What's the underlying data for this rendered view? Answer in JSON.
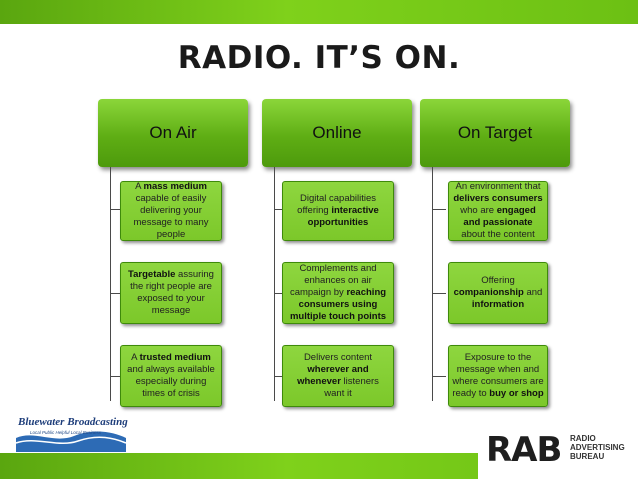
{
  "title": "RADIO.  IT’S ON.",
  "columns": [
    {
      "header": "On Air",
      "boxes": [
        {
          "parts": [
            [
              "A ",
              false
            ],
            [
              "mass medium",
              true
            ],
            [
              " capable of easily delivering your message to many people",
              false
            ]
          ]
        },
        {
          "parts": [
            [
              "Targetable",
              true
            ],
            [
              " assuring the right people are exposed to your message",
              false
            ]
          ]
        },
        {
          "parts": [
            [
              "A ",
              false
            ],
            [
              "trusted medium",
              true
            ],
            [
              " and always available especially during times of crisis",
              false
            ]
          ]
        }
      ]
    },
    {
      "header": "Online",
      "boxes": [
        {
          "parts": [
            [
              "Digital capabilities offering ",
              false
            ],
            [
              "interactive opportunities",
              true
            ]
          ]
        },
        {
          "parts": [
            [
              "Complements and enhances on air campaign by ",
              false
            ],
            [
              "reaching consumers using multiple touch points",
              true
            ]
          ]
        },
        {
          "parts": [
            [
              "Delivers content ",
              false
            ],
            [
              "wherever and whenever",
              true
            ],
            [
              " listeners want it",
              false
            ]
          ]
        }
      ]
    },
    {
      "header": "On Target",
      "boxes": [
        {
          "parts": [
            [
              "An environment that ",
              false
            ],
            [
              "delivers consumers",
              true
            ],
            [
              " who are ",
              false
            ],
            [
              "engaged and passionate",
              true
            ],
            [
              " about the content",
              false
            ]
          ]
        },
        {
          "parts": [
            [
              "Offering ",
              false
            ],
            [
              "companionship",
              true
            ],
            [
              " and ",
              false
            ],
            [
              "information",
              true
            ]
          ]
        },
        {
          "parts": [
            [
              "Exposure to the message when and where consumers are ready to ",
              false
            ],
            [
              "buy or shop",
              true
            ]
          ]
        }
      ]
    }
  ],
  "logos": {
    "left_name": "Bluewater Broadcasting",
    "left_tagline": "Local Public Helpful Local Business",
    "rab_mark": "RAB",
    "rab_text": "RADIO ADVERTISING BUREAU"
  },
  "colors": {
    "band": "#6cc014",
    "header_fill": "#5fae14",
    "box_fill": "#7cc82a",
    "box_border": "#3e8a0a"
  }
}
